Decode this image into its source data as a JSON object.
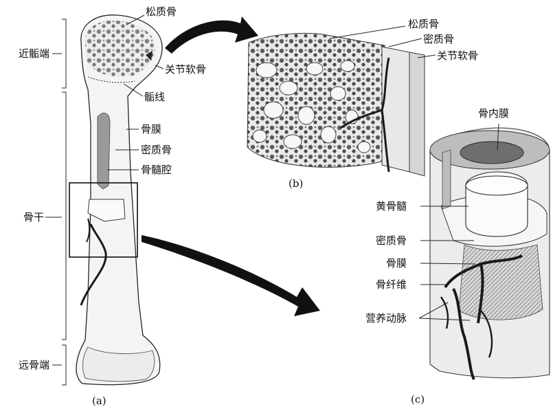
{
  "bone_long": {
    "ranges": {
      "proximal": "近骺端",
      "shaft": "骨干",
      "distal": "远骨端"
    },
    "labels": {
      "spongy": "松质骨",
      "cartilage": "关节软骨",
      "epiphyseal_line": "骺线",
      "periosteum": "骨膜",
      "compact": "密质骨",
      "marrow_cavity": "骨髓腔"
    },
    "caption": "(a)"
  },
  "detail_b": {
    "labels": {
      "spongy": "松质骨",
      "compact": "密质骨",
      "cartilage": "关节软骨"
    },
    "caption": "(b)"
  },
  "detail_c": {
    "labels": {
      "endosteum": "骨内膜",
      "yellow_marrow": "黄骨髓",
      "compact": "密质骨",
      "periosteum": "骨膜",
      "fibers": "骨纤维",
      "artery": "营养动脉"
    },
    "caption": "(c)"
  },
  "colors": {
    "ink": "#222222",
    "bone_fill": "#f4f4f2",
    "shade": "#8a8a8a",
    "dark": "#3a3a3a",
    "arrow": "#111111"
  }
}
